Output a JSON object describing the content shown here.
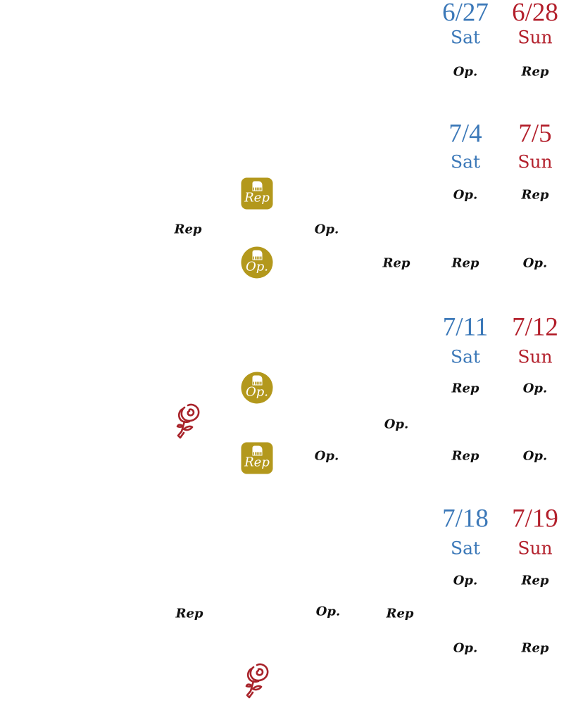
{
  "colors": {
    "saturday": "#3b78b8",
    "sunday": "#b3202c",
    "icon_gold": "#b3981c",
    "rose": "#a8232a"
  },
  "weeks": [
    {
      "sat_date": "6/27",
      "sat_label": "Sat",
      "sun_date": "6/28",
      "sun_label": "Sun",
      "rows": [
        [
          "Op.",
          "Rep"
        ]
      ]
    },
    {
      "sat_date": "7/4",
      "sat_label": "Sat",
      "sun_date": "7/5",
      "sun_label": "Sun",
      "rows": [
        [
          "Rep",
          "Op.",
          "Rep"
        ],
        [
          "Rep",
          "Op."
        ],
        [
          "Op.",
          "Rep",
          "Rep",
          "Op."
        ]
      ]
    },
    {
      "sat_date": "7/11",
      "sat_label": "Sat",
      "sun_date": "7/12",
      "sun_label": "Sun",
      "rows": [
        [
          "Op.",
          "Rep",
          "Op."
        ],
        [
          "rose",
          "Op."
        ],
        [
          "Rep",
          "Op.",
          "Rep",
          "Op."
        ]
      ]
    },
    {
      "sat_date": "7/18",
      "sat_label": "Sat",
      "sun_date": "7/19",
      "sun_label": "Sun",
      "rows": [
        [
          "Op.",
          "Rep"
        ],
        [
          "Rep",
          "Op.",
          "Rep"
        ],
        [
          "Op.",
          "Rep"
        ],
        [
          "rose"
        ]
      ]
    }
  ]
}
